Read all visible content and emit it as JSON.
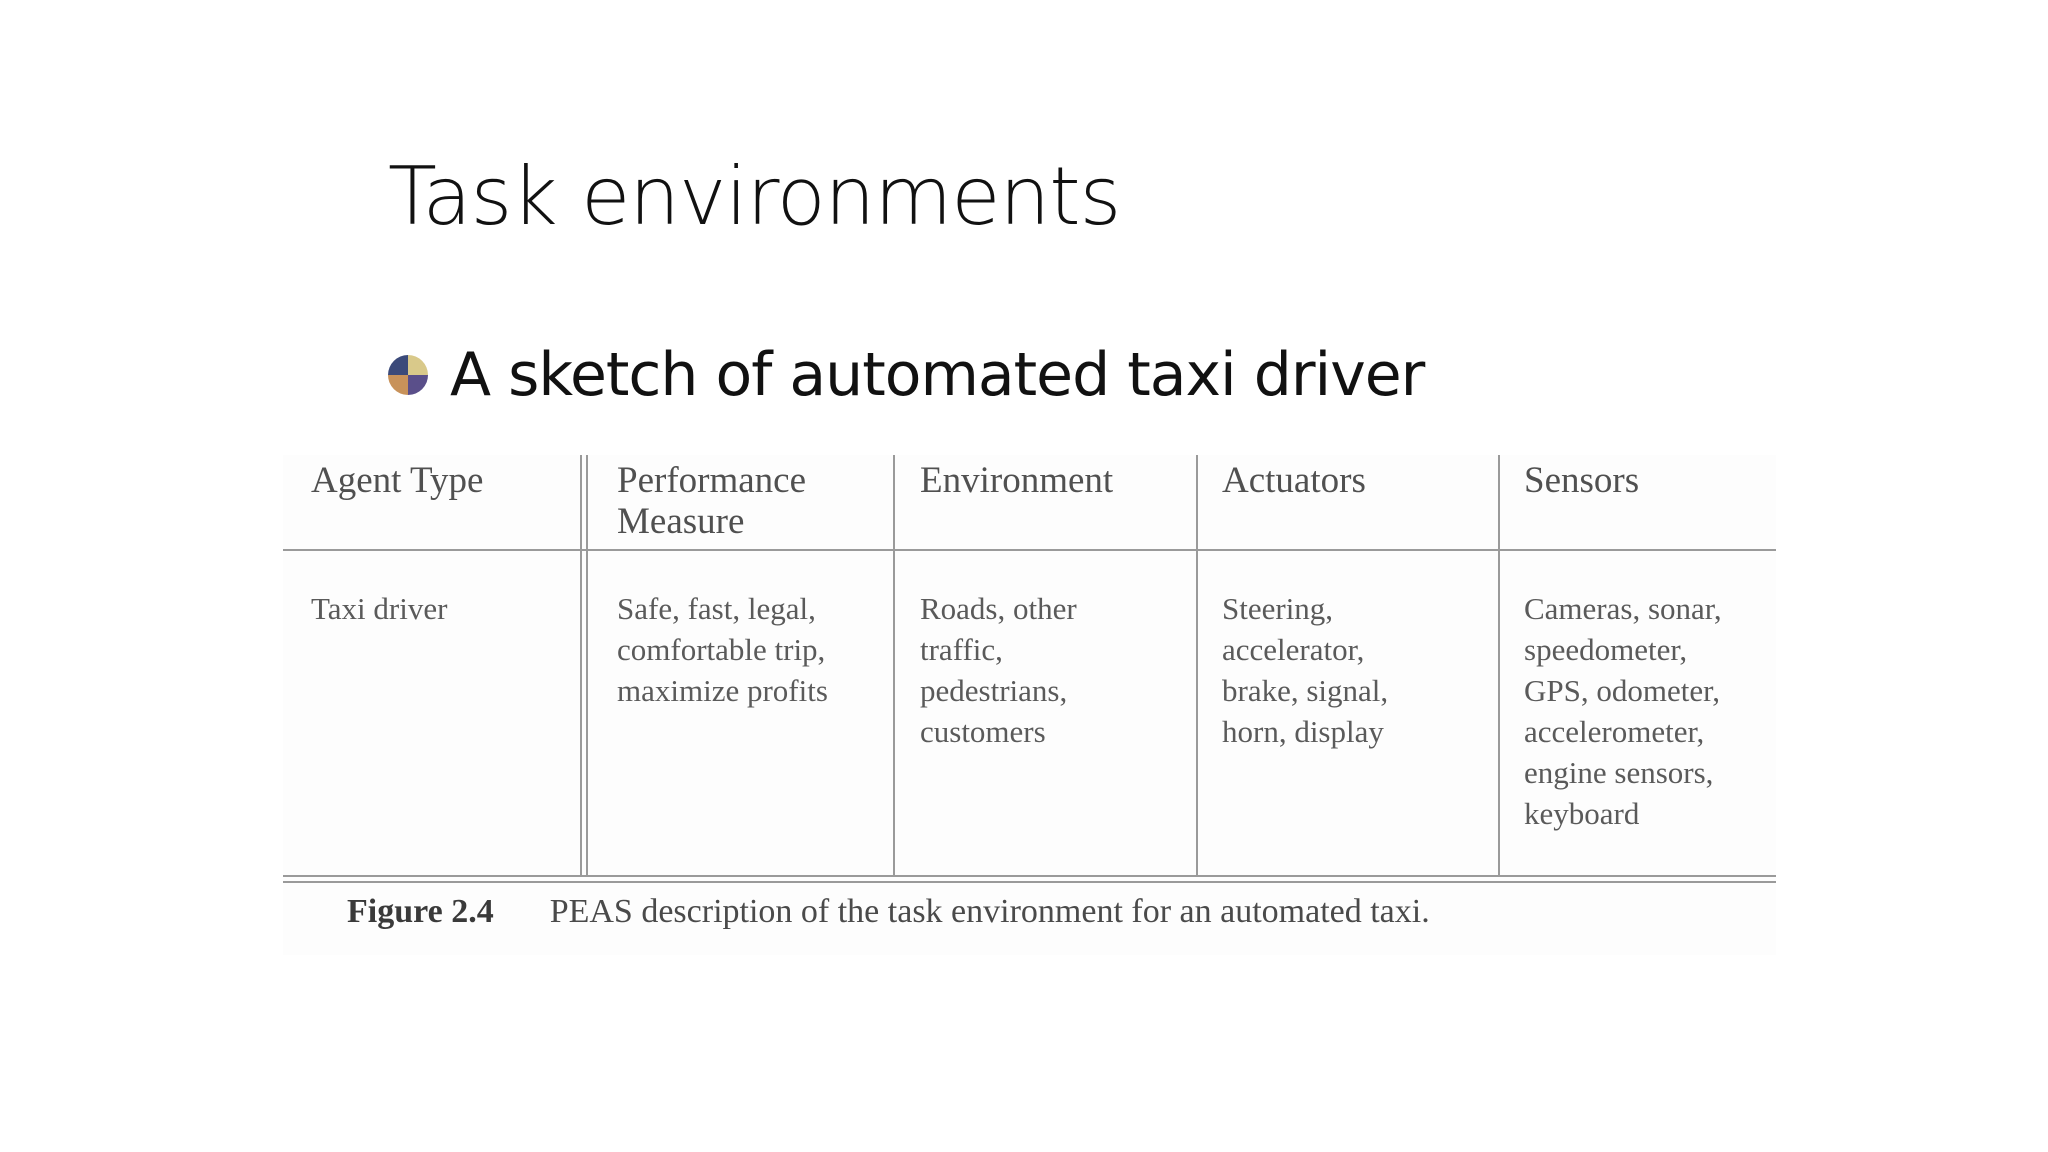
{
  "slide": {
    "title": "Task environments",
    "bullet": {
      "icon": "quadrant-bullet-icon",
      "text": "A sketch of automated taxi driver"
    }
  },
  "figure": {
    "columns": [
      "Agent Type",
      "Performance Measure",
      "Environment",
      "Actuators",
      "Sensors"
    ],
    "header_lines": [
      [
        "Agent Type"
      ],
      [
        "Performance",
        "Measure"
      ],
      [
        "Environment"
      ],
      [
        "Actuators"
      ],
      [
        "Sensors"
      ]
    ],
    "row": {
      "agent_type": [
        "Taxi driver"
      ],
      "performance_measure": [
        "Safe, fast, legal,",
        "comfortable trip,",
        "maximize profits"
      ],
      "environment": [
        "Roads, other",
        "traffic,",
        "pedestrians,",
        "customers"
      ],
      "actuators": [
        "Steering,",
        "accelerator,",
        "brake, signal,",
        "horn, display"
      ],
      "sensors": [
        "Cameras, sonar,",
        "speedometer,",
        "GPS, odometer,",
        "accelerometer,",
        "engine sensors,",
        "keyboard"
      ]
    },
    "caption": {
      "label": "Figure 2.4",
      "text": "PEAS description of the task environment for an automated taxi."
    }
  },
  "colors": {
    "bullet_quadrants": [
      "#3b4a7a",
      "#d9c98a",
      "#c8925a",
      "#5a4f8a"
    ]
  }
}
